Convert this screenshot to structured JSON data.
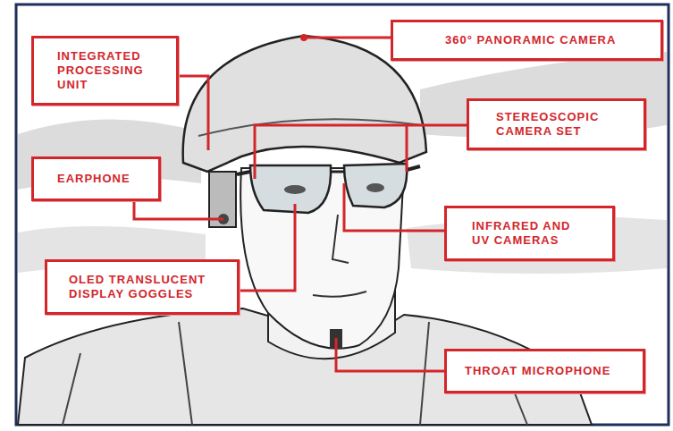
{
  "diagram": {
    "nodes": [
      {
        "text": [
          "360° PANORAMIC CAMERA"
        ]
      },
      {
        "text": [
          "INTEGRATED PROCESSING UNIT"
        ]
      },
      {
        "text": [
          "STEREOSCOPIC CAMERA SET"
        ]
      },
      {
        "text": [
          "EARPHONE"
        ]
      },
      {
        "text": [
          "INFRARED AND UV CAMERAS"
        ]
      },
      {
        "text": [
          "OLED TRANSLUCENT DISPLAY GOGGLES"
        ]
      },
      {
        "text": [
          "THROAT MICROPHONE"
        ]
      }
    ]
  }
}
